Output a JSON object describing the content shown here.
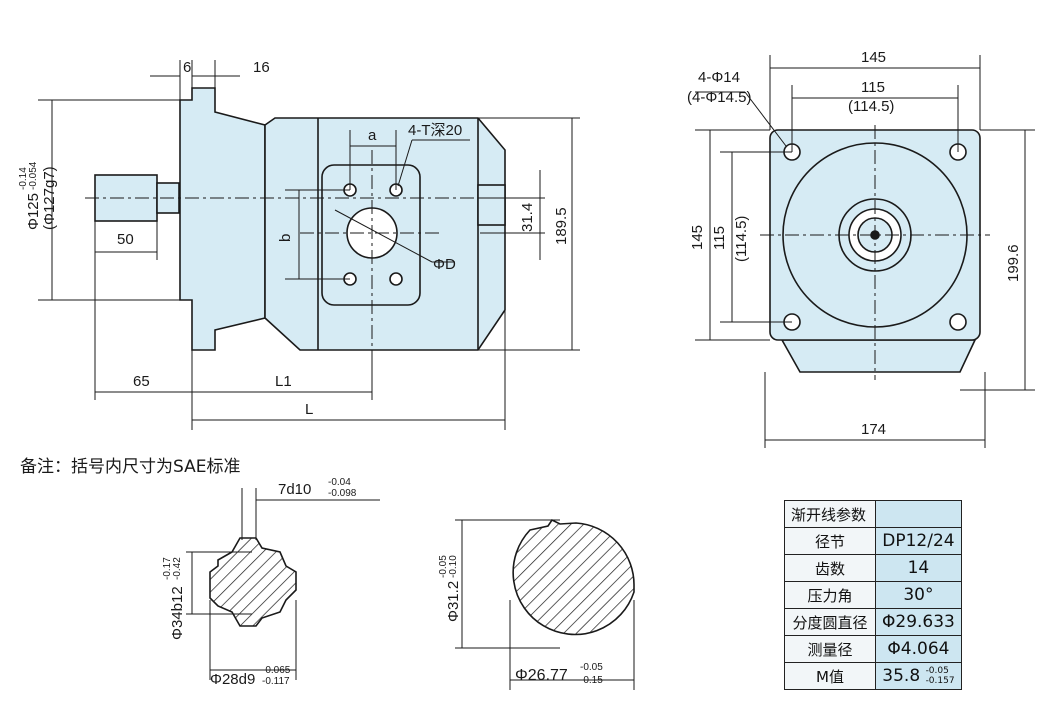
{
  "side_view": {
    "dim_flange_thickness": "6",
    "dim_pilot_length": "16",
    "dim_pilot_diameter": "Φ125",
    "dim_pilot_tol_upper": "-0.14",
    "dim_pilot_tol_lower": "-0.054",
    "dim_pilot_sae": "(Φ127g7)",
    "dim_shaft_length": "50",
    "dim_port_spacing_a": "a",
    "dim_port_spacing_b": "b",
    "dim_port_thread": "4-T深20",
    "dim_port_diameter": "ΦD",
    "dim_port_offset": "31.4",
    "dim_total_height": "189.5",
    "dim_shaft_to_flange": "65",
    "dim_L1": "L1",
    "dim_L": "L"
  },
  "front_view": {
    "dim_hole_count": "4-Φ14",
    "dim_hole_count_sae": "(4-Φ14.5)",
    "dim_width_outer": "145",
    "dim_width_bolt": "115",
    "dim_width_bolt_sae": "(114.5)",
    "dim_height_outer": "145",
    "dim_height_bolt": "115",
    "dim_height_bolt_sae": "(114.5)",
    "dim_total_height": "199.6",
    "dim_total_width": "174"
  },
  "note": "备注：括号内尺寸为SAE标准",
  "spline_section": {
    "dim_key_width": "7d10",
    "dim_key_tol_upper": "-0.04",
    "dim_key_tol_lower": "-0.098",
    "dim_major": "Φ34b12",
    "dim_major_tol_upper": "-0.17",
    "dim_major_tol_lower": "-0.42",
    "dim_minor": "Φ28d9",
    "dim_minor_tol_upper": "-0.065",
    "dim_minor_tol_lower": "-0.117"
  },
  "keyed_section": {
    "dim_diameter": "Φ31.2",
    "dim_diameter_tol_upper": "-0.05",
    "dim_diameter_tol_lower": "-0.10",
    "dim_flat": "Φ26.77",
    "dim_flat_tol_upper": "-0.05",
    "dim_flat_tol_lower": "-0.15"
  },
  "involute_table": {
    "header": "渐开线参数",
    "rows": [
      {
        "key": "径节",
        "value": "DP12/24"
      },
      {
        "key": "齿数",
        "value": "14"
      },
      {
        "key": "压力角",
        "value": "30°"
      },
      {
        "key": "分度圆直径",
        "value": "Φ29.633"
      },
      {
        "key": "测量径",
        "value": "Φ4.064"
      },
      {
        "key": "M值",
        "value": "35.8",
        "tol_upper": "-0.05",
        "tol_lower": "-0.157"
      }
    ]
  },
  "colors": {
    "body_fill": "#d6ebf4",
    "line": "#1a1a1a"
  }
}
